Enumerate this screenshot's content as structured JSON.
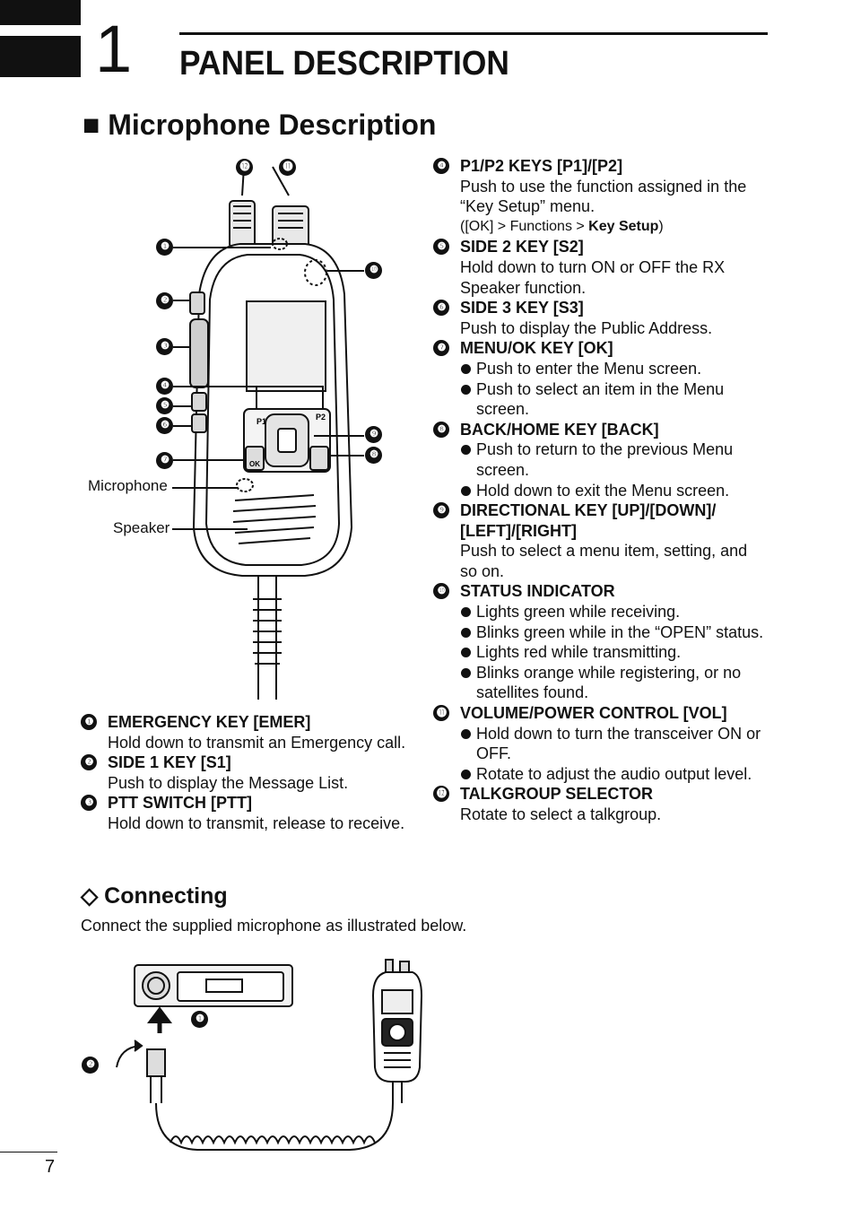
{
  "chapter": {
    "number": "1",
    "title": "PANEL DESCRIPTION"
  },
  "section": {
    "title": "■ Microphone Description"
  },
  "figure": {
    "callouts": [
      "❶",
      "❷",
      "❸",
      "❹",
      "❺",
      "❻",
      "❼",
      "❽",
      "❾",
      "❿",
      "⓫",
      "⓬"
    ],
    "label_microphone": "Microphone",
    "label_speaker": "Speaker",
    "key_p1": "P1",
    "key_p2": "P2",
    "key_ok": "OK"
  },
  "left_items": [
    {
      "num": "❶",
      "title": "EMERGENCY KEY [EMER]",
      "desc": "Hold down to transmit an Emergency call."
    },
    {
      "num": "❷",
      "title": "SIDE 1 KEY [S1]",
      "desc": "Push to display the Message List."
    },
    {
      "num": "❸",
      "title": "PTT SWITCH [PTT]",
      "desc": "Hold down to transmit, release to receive."
    }
  ],
  "right_items": {
    "p1p2": {
      "num": "❹",
      "title": "P1/P2 KEYS [P1]/[P2]",
      "desc": "Push to use the function assigned in the “Key Setup” menu.",
      "path_prefix": "([OK] > Functions > ",
      "path_bold": "Key Setup",
      "path_suffix": ")"
    },
    "side2": {
      "num": "❺",
      "title": "SIDE 2 KEY [S2]",
      "desc": "Hold down to turn ON or OFF the RX Speaker function."
    },
    "side3": {
      "num": "❻",
      "title": "SIDE 3 KEY [S3]",
      "desc": "Push to display the Public Address."
    },
    "menuok": {
      "num": "❼",
      "title": "MENU/OK KEY [OK]",
      "bullets": [
        "Push to enter the Menu screen.",
        "Push to select an item in the Menu screen."
      ]
    },
    "back": {
      "num": "❽",
      "title": "BACK/HOME KEY [BACK]",
      "bullets": [
        "Push to return to the previous Menu screen.",
        "Hold down to exit the Menu screen."
      ]
    },
    "dir": {
      "num": "❾",
      "title": "DIRECTIONAL KEY [UP]/[DOWN]/ [LEFT]/[RIGHT]",
      "desc": "Push to select a menu item, setting, and so on."
    },
    "status": {
      "num": "❿",
      "title": "STATUS INDICATOR",
      "bullets": [
        "Lights green while receiving.",
        "Blinks green while in the “OPEN” status.",
        "Lights red while transmitting.",
        "Blinks orange while registering, or no satellites found."
      ]
    },
    "vol": {
      "num": "⓫",
      "title": "VOLUME/POWER CONTROL [VOL]",
      "bullets": [
        "Hold down to turn the transceiver ON or OFF.",
        "Rotate to adjust the audio output level."
      ]
    },
    "tg": {
      "num": "⓬",
      "title": "TALKGROUP SELECTOR",
      "desc": "Rotate to select a talkgroup."
    }
  },
  "connecting": {
    "title": "◇ Connecting",
    "text": "Connect the supplied microphone as illustrated below.",
    "callouts": [
      "❶",
      "❷"
    ]
  },
  "page_number": "7"
}
